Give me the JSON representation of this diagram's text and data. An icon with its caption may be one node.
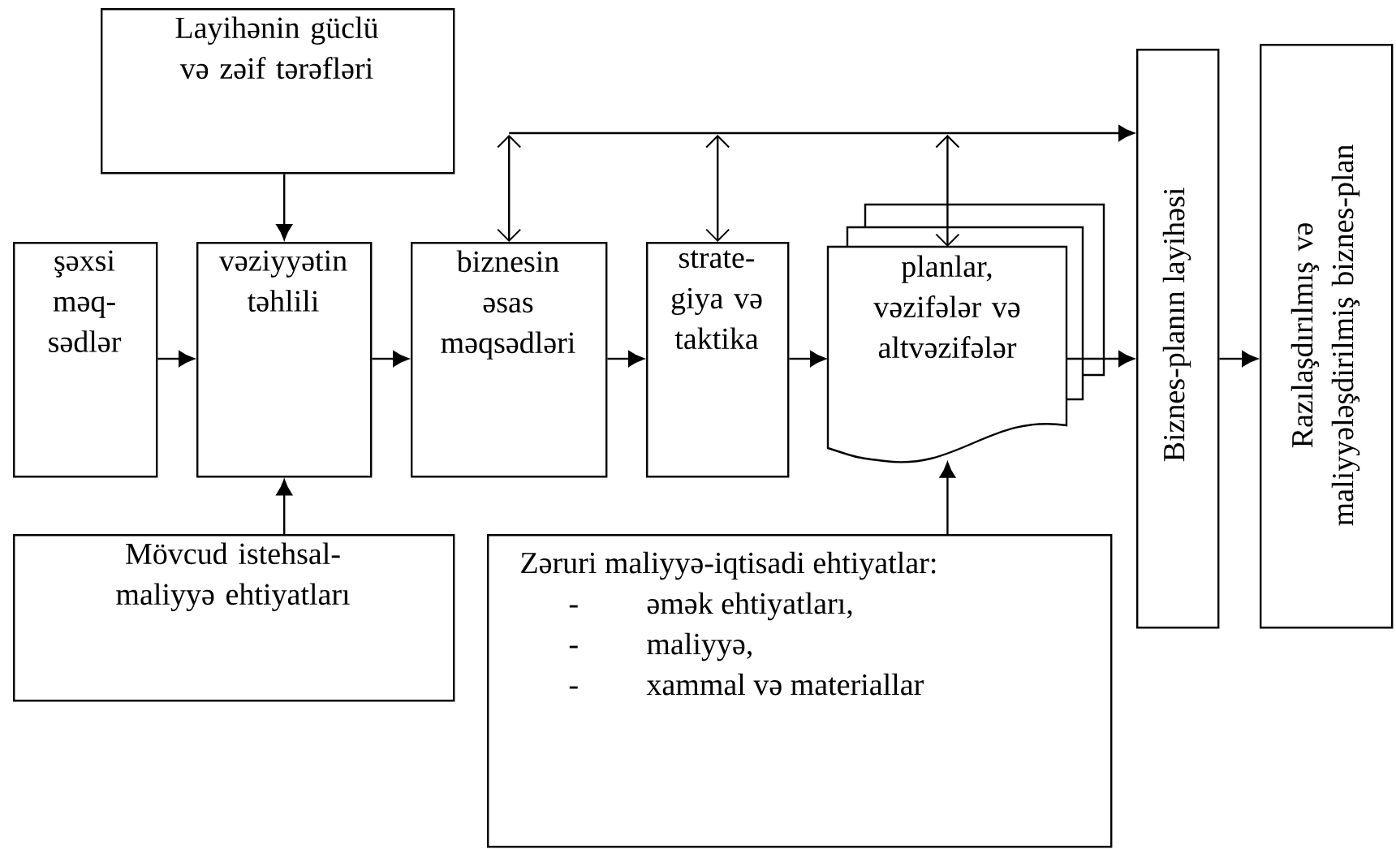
{
  "diagram": {
    "nodes": [
      {
        "text": [
          "Layihənin güclü və zəif tərəfləri"
        ]
      },
      {
        "text": [
          "şəxsi məq- sədlər"
        ]
      },
      {
        "text": [
          "vəziyyətin təhlili"
        ]
      },
      {
        "text": [
          "biznesin əsas məqsədləri"
        ]
      },
      {
        "text": [
          "strate- giya və taktika"
        ]
      },
      {
        "text": [
          "planlar, vəzifələr və altvəzifələr"
        ]
      },
      {
        "text": [
          "Biznes-planın layihəsi"
        ]
      },
      {
        "text": [
          "Razılaşdırılmış və maliyyələşdirilmiş biznes-plan"
        ]
      },
      {
        "text": [
          "Mövcud istehsal-maliyyə ehtiyatları"
        ]
      },
      {
        "text": [
          "Zəruri maliyyə-iqtisadi ehtiyatlar:",
          "-",
          "əmək ehtiyatları,",
          "-",
          "maliyyə,",
          "-",
          "xammal və materiallar"
        ]
      }
    ],
    "edges": [
      {
        "from": 0,
        "to": 2,
        "arrow": "to"
      },
      {
        "from": 1,
        "to": 2,
        "arrow": "to"
      },
      {
        "from": 2,
        "to": 3,
        "arrow": "to"
      },
      {
        "from": 3,
        "to": 4,
        "arrow": "to"
      },
      {
        "from": 4,
        "to": 5,
        "arrow": "to"
      },
      {
        "from": 5,
        "to": 6,
        "arrow": "to"
      },
      {
        "from": 6,
        "to": 7,
        "arrow": "to"
      },
      {
        "from": 8,
        "to": 2,
        "arrow": "to"
      },
      {
        "from": 9,
        "to": 5,
        "arrow": "to"
      },
      {
        "from": 3,
        "to": 6,
        "arrow": "both"
      },
      {
        "from": 4,
        "to": 6,
        "arrow": "both"
      },
      {
        "from": 5,
        "to": 6,
        "arrow": "both"
      }
    ]
  }
}
